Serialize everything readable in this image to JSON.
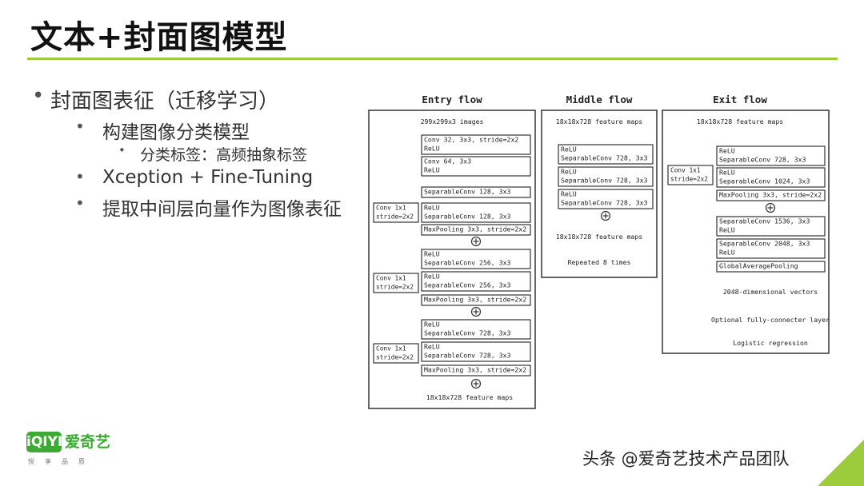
{
  "slide": {
    "title": "文本+封面图模型",
    "accent_color": "#9ccb3b"
  },
  "bullets": [
    {
      "level": 1,
      "text": "封面图表征（迁移学习）"
    },
    {
      "level": 2,
      "text": "构建图像分类模型"
    },
    {
      "level": 3,
      "text": "分类标签：高频抽象标签"
    },
    {
      "level": 2,
      "text": "Xception + Fine-Tuning"
    },
    {
      "level": 2,
      "text": "提取中间层向量作为图像表征"
    }
  ],
  "diagram": {
    "entry_flow": {
      "title": "Entry flow",
      "input": "299x299x3 images",
      "blocks": [
        {
          "lines": [
            "Conv 32, 3x3, stride=2x2",
            "ReLU"
          ]
        },
        {
          "lines": [
            "Conv 64, 3x3",
            "ReLU"
          ]
        },
        {
          "lines": [
            "SeparableConv 128, 3x3"
          ]
        },
        {
          "lines": [
            "ReLU",
            "SeparableConv 128, 3x3"
          ]
        },
        {
          "lines": [
            "MaxPooling 3x3, stride=2x2"
          ]
        },
        {
          "lines": [
            "ReLU",
            "SeparableConv 256, 3x3"
          ]
        },
        {
          "lines": [
            "ReLU",
            "SeparableConv 256, 3x3"
          ]
        },
        {
          "lines": [
            "MaxPooling 3x3, stride=2x2"
          ]
        },
        {
          "lines": [
            "ReLU",
            "SeparableConv 728, 3x3"
          ]
        },
        {
          "lines": [
            "ReLU",
            "SeparableConv 728, 3x3"
          ]
        },
        {
          "lines": [
            "MaxPooling 3x3, stride=2x2"
          ]
        }
      ],
      "skip_conv": [
        "Conv 1x1",
        "stride=2x2"
      ],
      "output": "18x18x728 feature maps"
    },
    "middle_flow": {
      "title": "Middle flow",
      "input": "18x18x728 feature maps",
      "blocks": [
        {
          "lines": [
            "ReLU",
            "SeparableConv 728, 3x3"
          ]
        },
        {
          "lines": [
            "ReLU",
            "SeparableConv 728, 3x3"
          ]
        },
        {
          "lines": [
            "ReLU",
            "SeparableConv 728, 3x3"
          ]
        }
      ],
      "output": "18x18x728 feature maps",
      "repeat": "Repeated 8 times"
    },
    "exit_flow": {
      "title": "Exit flow",
      "input": "18x18x728 feature maps",
      "skip_conv": [
        "Conv 1x1",
        "stride=2x2"
      ],
      "blocks": [
        {
          "lines": [
            "ReLU",
            "SeparableConv 728, 3x3"
          ]
        },
        {
          "lines": [
            "ReLU",
            "SeparableConv 1024, 3x3"
          ]
        },
        {
          "lines": [
            "MaxPooling 3x3, stride=2x2"
          ]
        },
        {
          "lines": [
            "SeparableConv 1536, 3x3",
            "ReLU"
          ]
        },
        {
          "lines": [
            "SeparableConv 2048, 3x3",
            "ReLU"
          ]
        },
        {
          "lines": [
            "GlobalAveragePooling"
          ]
        }
      ],
      "steps": [
        "2048-dimensional vectors",
        "Optional fully-connecter layer",
        "Logistic regression"
      ]
    }
  },
  "logo": {
    "mark": "iQIYI",
    "name": "爱奇艺",
    "slogan": "悦享品质",
    "color": "#3daa35"
  },
  "watermark": "头条 @爱奇艺技术产品团队"
}
